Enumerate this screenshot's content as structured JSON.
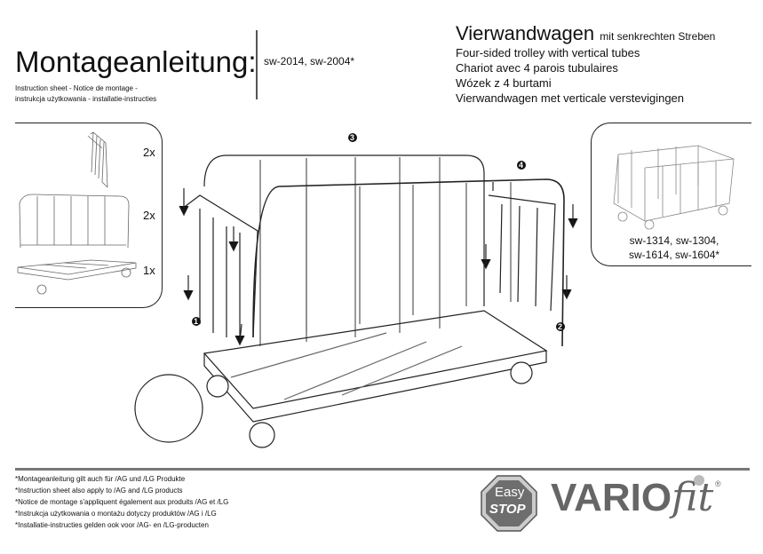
{
  "header": {
    "title": "Montageanleitung:",
    "models": "sw-2014, sw-2004*",
    "subtitle_lines": [
      "Instruction sheet - Notice de montage  -",
      "instrukcja użytkowania - installatie-instructies"
    ],
    "product_name": "Vierwandwagen",
    "product_name_suffix": "mit senkrechten Streben",
    "translations": [
      "Four-sided trolley with vertical tubes",
      "Chariot avec 4 parois tubulaires",
      "Wózek z 4 burtami",
      "Vierwandwagen met verticale verstevigingen"
    ]
  },
  "parts": [
    {
      "name": "side-end-frame",
      "qty": "2x"
    },
    {
      "name": "long-side-frame",
      "qty": "2x"
    },
    {
      "name": "platform-base",
      "qty": "1x"
    }
  ],
  "steps": [
    "1",
    "2",
    "3",
    "4"
  ],
  "related": {
    "models_line1": "sw-1314, sw-1304,",
    "models_line2": "sw-1614, sw-1604*"
  },
  "footnotes": [
    "*Montageanleitung gilt auch für /AG und /LG Produkte",
    "*Instruction sheet also apply to /AG and /LG products",
    "*Notice de montage s'appliquent également aux produits /AG et /LG",
    "*Instrukcja użytkowania o montażu dotyczy produktów /AG i /LG",
    "*Installatie-instructies gelden ook voor /AG- en /LG-producten"
  ],
  "logos": {
    "easystop_top": "Easy",
    "easystop_bottom": "STOP",
    "brand_main": "VARIO",
    "brand_suffix": "fit",
    "registered": "®"
  },
  "colors": {
    "logo_gray": "#666666",
    "rule": "#777777"
  }
}
